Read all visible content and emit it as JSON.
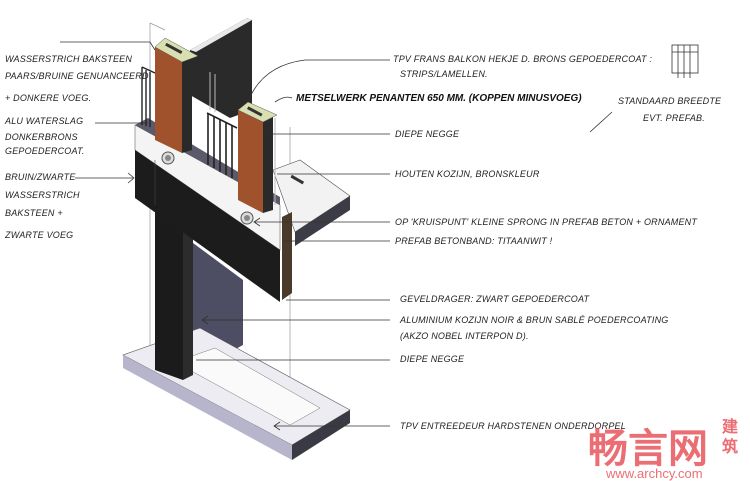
{
  "labels_left": {
    "brick_pale": [
      "WASSERSTRICH BAKSTEEN",
      "PAARS/BRUINE GENUANCEERD",
      "+ DONKERE VOEG."
    ],
    "waterslag": [
      "ALU WATERSLAG",
      "DONKERBRONS",
      "GEPOEDERCOAT."
    ],
    "brick_dark": [
      "BRUIN/ZWARTE",
      "WASSERSTRICH",
      "BAKSTEEN +",
      "ZWARTE VOEG"
    ]
  },
  "labels_right": {
    "balcony": [
      "TPV FRANS BALKON HEKJE D. BRONS GEPOEDERCOAT :",
      "STRIPS/LAMELLEN."
    ],
    "piers": "METSELWERK PENANTEN 650 MM. (KOPPEN MINUSVOEG)",
    "standard": [
      "STANDAARD BREEDTE",
      "EVT. PREFAB."
    ],
    "negge_top": "DIEPE NEGGE",
    "frame_wood": "HOUTEN KOZIJN, BRONSKLEUR",
    "kruispunt": "OP 'KRUISPUNT' KLEINE SPRONG IN PREFAB BETON + ORNAMENT",
    "prefab_band": "PREFAB BETONBAND: TITAANWIT !",
    "geveldrager": "GEVELDRAGER: ZWART GEPOEDERCOAT",
    "alu_frame": [
      "ALUMINIUM KOZIJN  NOIR & BRUN SABLÉ POEDERCOATING",
      "(AKZO NOBEL INTERPON D)."
    ],
    "negge_bottom": "DIEPE NEGGE",
    "threshold": "TPV ENTREEDEUR HARDSTENEN ONDERDORPEL"
  },
  "watermark": {
    "logo": "畅言网",
    "logo_side": [
      "建",
      "筑"
    ],
    "url": "www.archcy.com"
  },
  "colors": {
    "brick": "#a0522d",
    "dark_brick": "#1e1e1e",
    "prefab": "#f4f4f4",
    "recess": "#4d4d63",
    "cap": "#d9dfb0",
    "watermark": "#e8555c"
  }
}
